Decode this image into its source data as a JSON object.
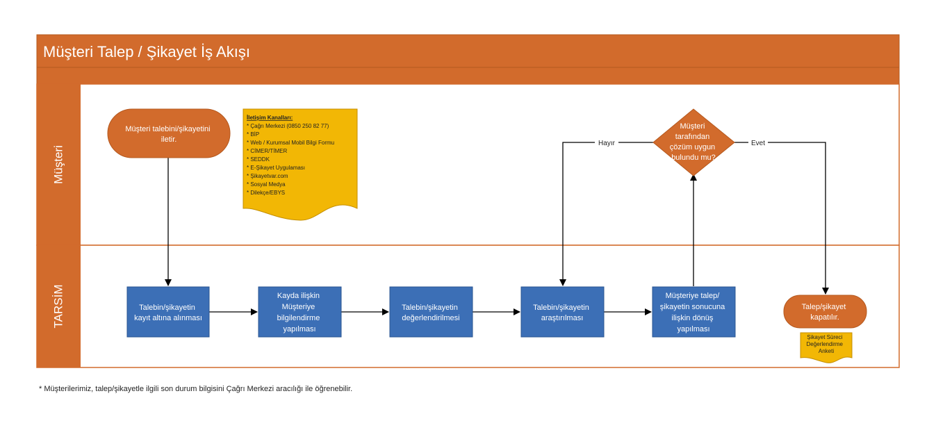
{
  "title": "Müşteri Talep / Şikayet İş Akışı",
  "lanes": {
    "customer": "Müşteri",
    "company": "TARSİM"
  },
  "nodes": {
    "start": [
      "Müşteri talebini/şikayetini",
      "iletir."
    ],
    "register": [
      "Talebin/şikayetin",
      "kayıt altına alınması"
    ],
    "inform": [
      "Kayda ilişkin",
      "Müşteriye",
      "bilgilendirme",
      "yapılması"
    ],
    "evaluate": [
      "Talebin/şikayetin",
      "değerlendirilmesi"
    ],
    "investigate": [
      "Talebin/şikayetin",
      "araştırılması"
    ],
    "feedback": [
      "Müşteriye talep/",
      "şikayetin sonucuna",
      "ilişkin dönüş",
      "yapılması"
    ],
    "decision": [
      "Müşteri",
      "tarafından",
      "çözüm uygun",
      "bulundu mu?"
    ],
    "end": [
      "Talep/şikayet",
      "kapatılır."
    ]
  },
  "edge_labels": {
    "no": "Hayır",
    "yes": "Evet"
  },
  "channels": {
    "title": "İletişim Kanalları:",
    "items": [
      "* Çağrı Merkezi (0850 250 82 77)",
      "* BİP",
      "* Web / Kurumsal Mobil Bilgi Formu",
      "* CİMER/TİMER",
      "* SEDDK",
      "* E-Şikayet Uygulaması",
      "* Şikayetvar.com",
      "* Sosyal Medya",
      "* Dilekçe/EBYS"
    ]
  },
  "survey": [
    "Şikayet Süreci",
    "Değerlendirme",
    "Anketi"
  ],
  "footnote": "* Müşterilerimiz, talep/şikayetle ilgili son durum bilgisini Çağrı Merkezi aracılığı ile öğrenebilir.",
  "colors": {
    "orange": "#D26B2C",
    "orange_border": "#B4581E",
    "blue": "#3C6FB6",
    "blue_border": "#2A5590",
    "yellow": "#F2B705",
    "yellow_border": "#C48E00"
  }
}
